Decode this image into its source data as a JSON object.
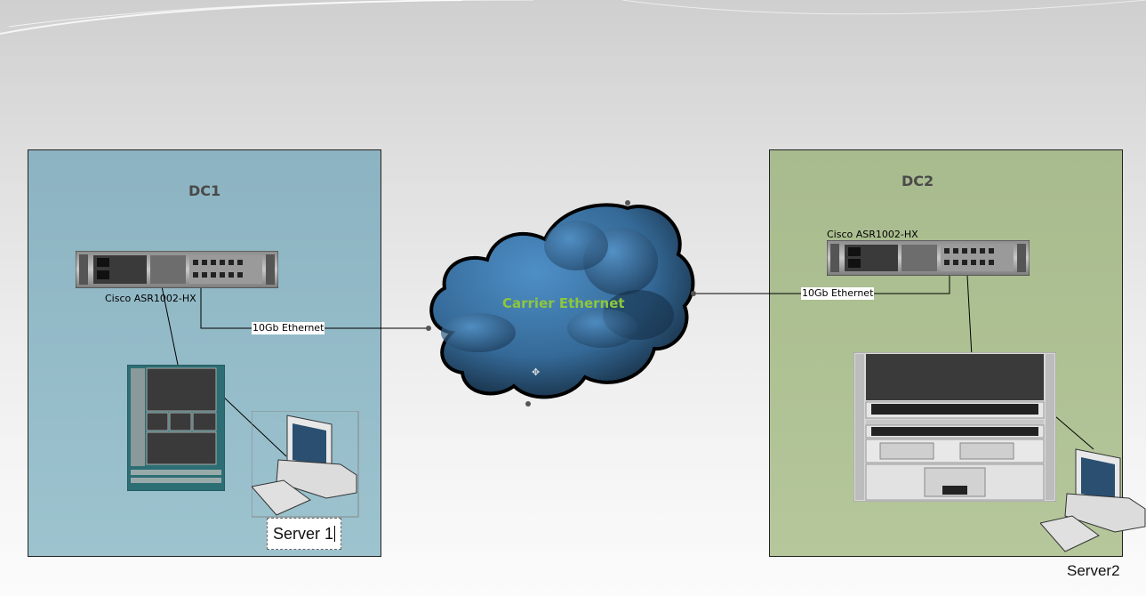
{
  "dc1": {
    "title": "DC1",
    "router_label": "Cisco ASR1002-HX",
    "link_label": "10Gb Ethernet",
    "server_label": "Server 1"
  },
  "dc2": {
    "title": "DC2",
    "router_label": "Cisco ASR1002-HX",
    "link_label": "10Gb Ethernet",
    "server_label": "Server2"
  },
  "cloud": {
    "label": "Carrier Ethernet"
  },
  "colors": {
    "dc1_fill": "#94bbc8",
    "dc2_fill": "#aec193",
    "cloud_fill": "#3c6fa0",
    "cloud_label": "#8dc63f"
  },
  "icons": [
    "router-icon",
    "switch-chassis-icon",
    "datacenter-switch-icon",
    "server-computer-icon",
    "cloud-icon"
  ]
}
